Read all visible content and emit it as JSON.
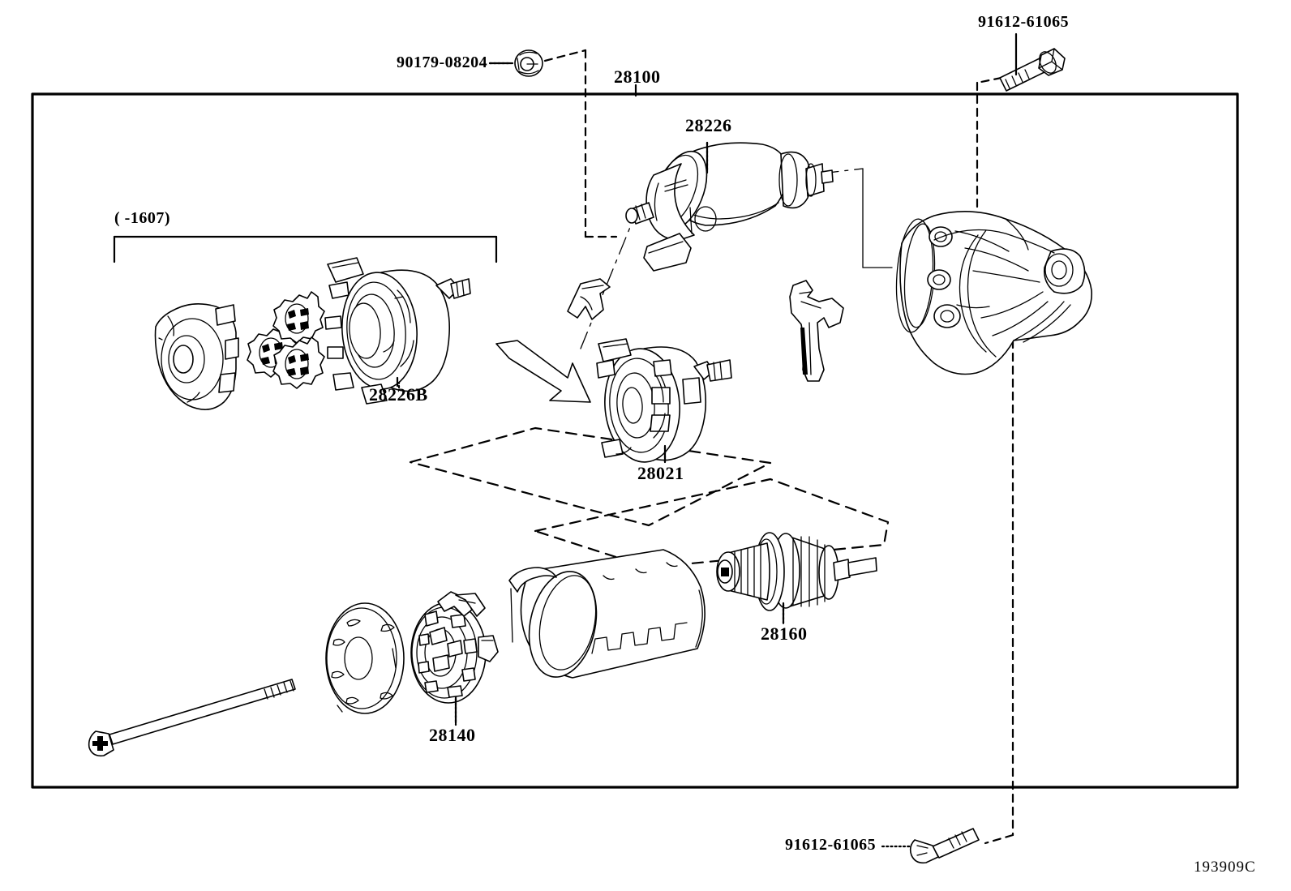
{
  "diagram": {
    "title": "Toyota Starter Assembly Exploded Parts Diagram",
    "diagram_id": "193909C",
    "assembly_number": "28100",
    "variant_note": "(   -1607)",
    "line_color": "#000000",
    "background_color": "#ffffff"
  },
  "callouts": {
    "nut_90179": "90179-08204",
    "assembly_28100": "28100",
    "bolt_top_right": "91612-61065",
    "magnetic_switch": "28226",
    "magnetic_switch_b": "28226B",
    "reduction_gear": "28021",
    "armature": "28160",
    "brush_holder": "28140",
    "bolt_bottom": "91612-61065",
    "bracket_note": "(   -1607)",
    "drawing_code": "193909C"
  },
  "parts": [
    {
      "ref": "90179-08204",
      "name": "nut",
      "data_name": "part-nut-90179-08204"
    },
    {
      "ref": "28100",
      "name": "starter assembly",
      "data_name": "part-starter-assembly-28100"
    },
    {
      "ref": "91612-61065",
      "name": "bolt upper",
      "data_name": "part-bolt-91612-61065-upper"
    },
    {
      "ref": "28226",
      "name": "magnetic switch",
      "data_name": "part-magnetic-switch-28226"
    },
    {
      "ref": "28226B",
      "name": "magnetic switch plunger assembly",
      "data_name": "part-magnetic-switch-28226b"
    },
    {
      "ref": "28021",
      "name": "starter reduction gear",
      "data_name": "part-reduction-gear-28021"
    },
    {
      "ref": "28160",
      "name": "starter armature",
      "data_name": "part-armature-28160"
    },
    {
      "ref": "28140",
      "name": "starter brush holder",
      "data_name": "part-brush-holder-28140"
    },
    {
      "ref": "91612-61065",
      "name": "bolt lower",
      "data_name": "part-bolt-91612-61065-lower"
    }
  ]
}
